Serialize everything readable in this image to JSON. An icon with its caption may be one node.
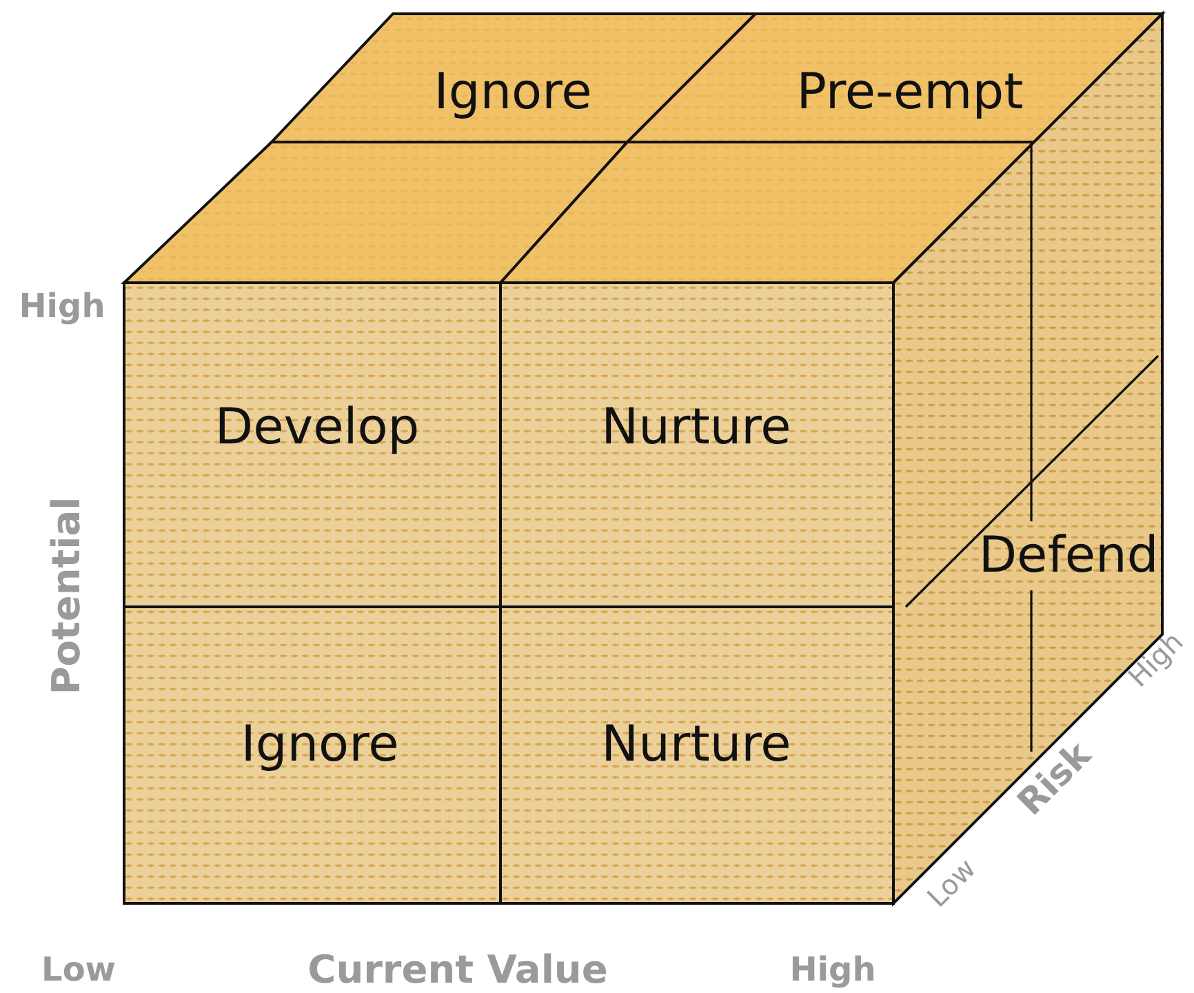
{
  "diagram": {
    "nodes": [
      {
        "text": [
          "Ignore"
        ]
      },
      {
        "text": [
          "Pre-empt"
        ]
      },
      {
        "text": [],
        "shape": "box"
      },
      {
        "text": [],
        "shape": "box"
      },
      {
        "text": [
          "Develop"
        ]
      },
      {
        "text": [
          "Nurture"
        ]
      },
      {
        "text": [
          "Ignore"
        ]
      },
      {
        "text": [
          "Nurture"
        ]
      },
      {
        "text": [
          "Defend"
        ]
      }
    ],
    "labels": [
      "High",
      "Potential",
      "Low",
      "Current Value",
      "High",
      "Low",
      "Risk",
      "High"
    ]
  }
}
